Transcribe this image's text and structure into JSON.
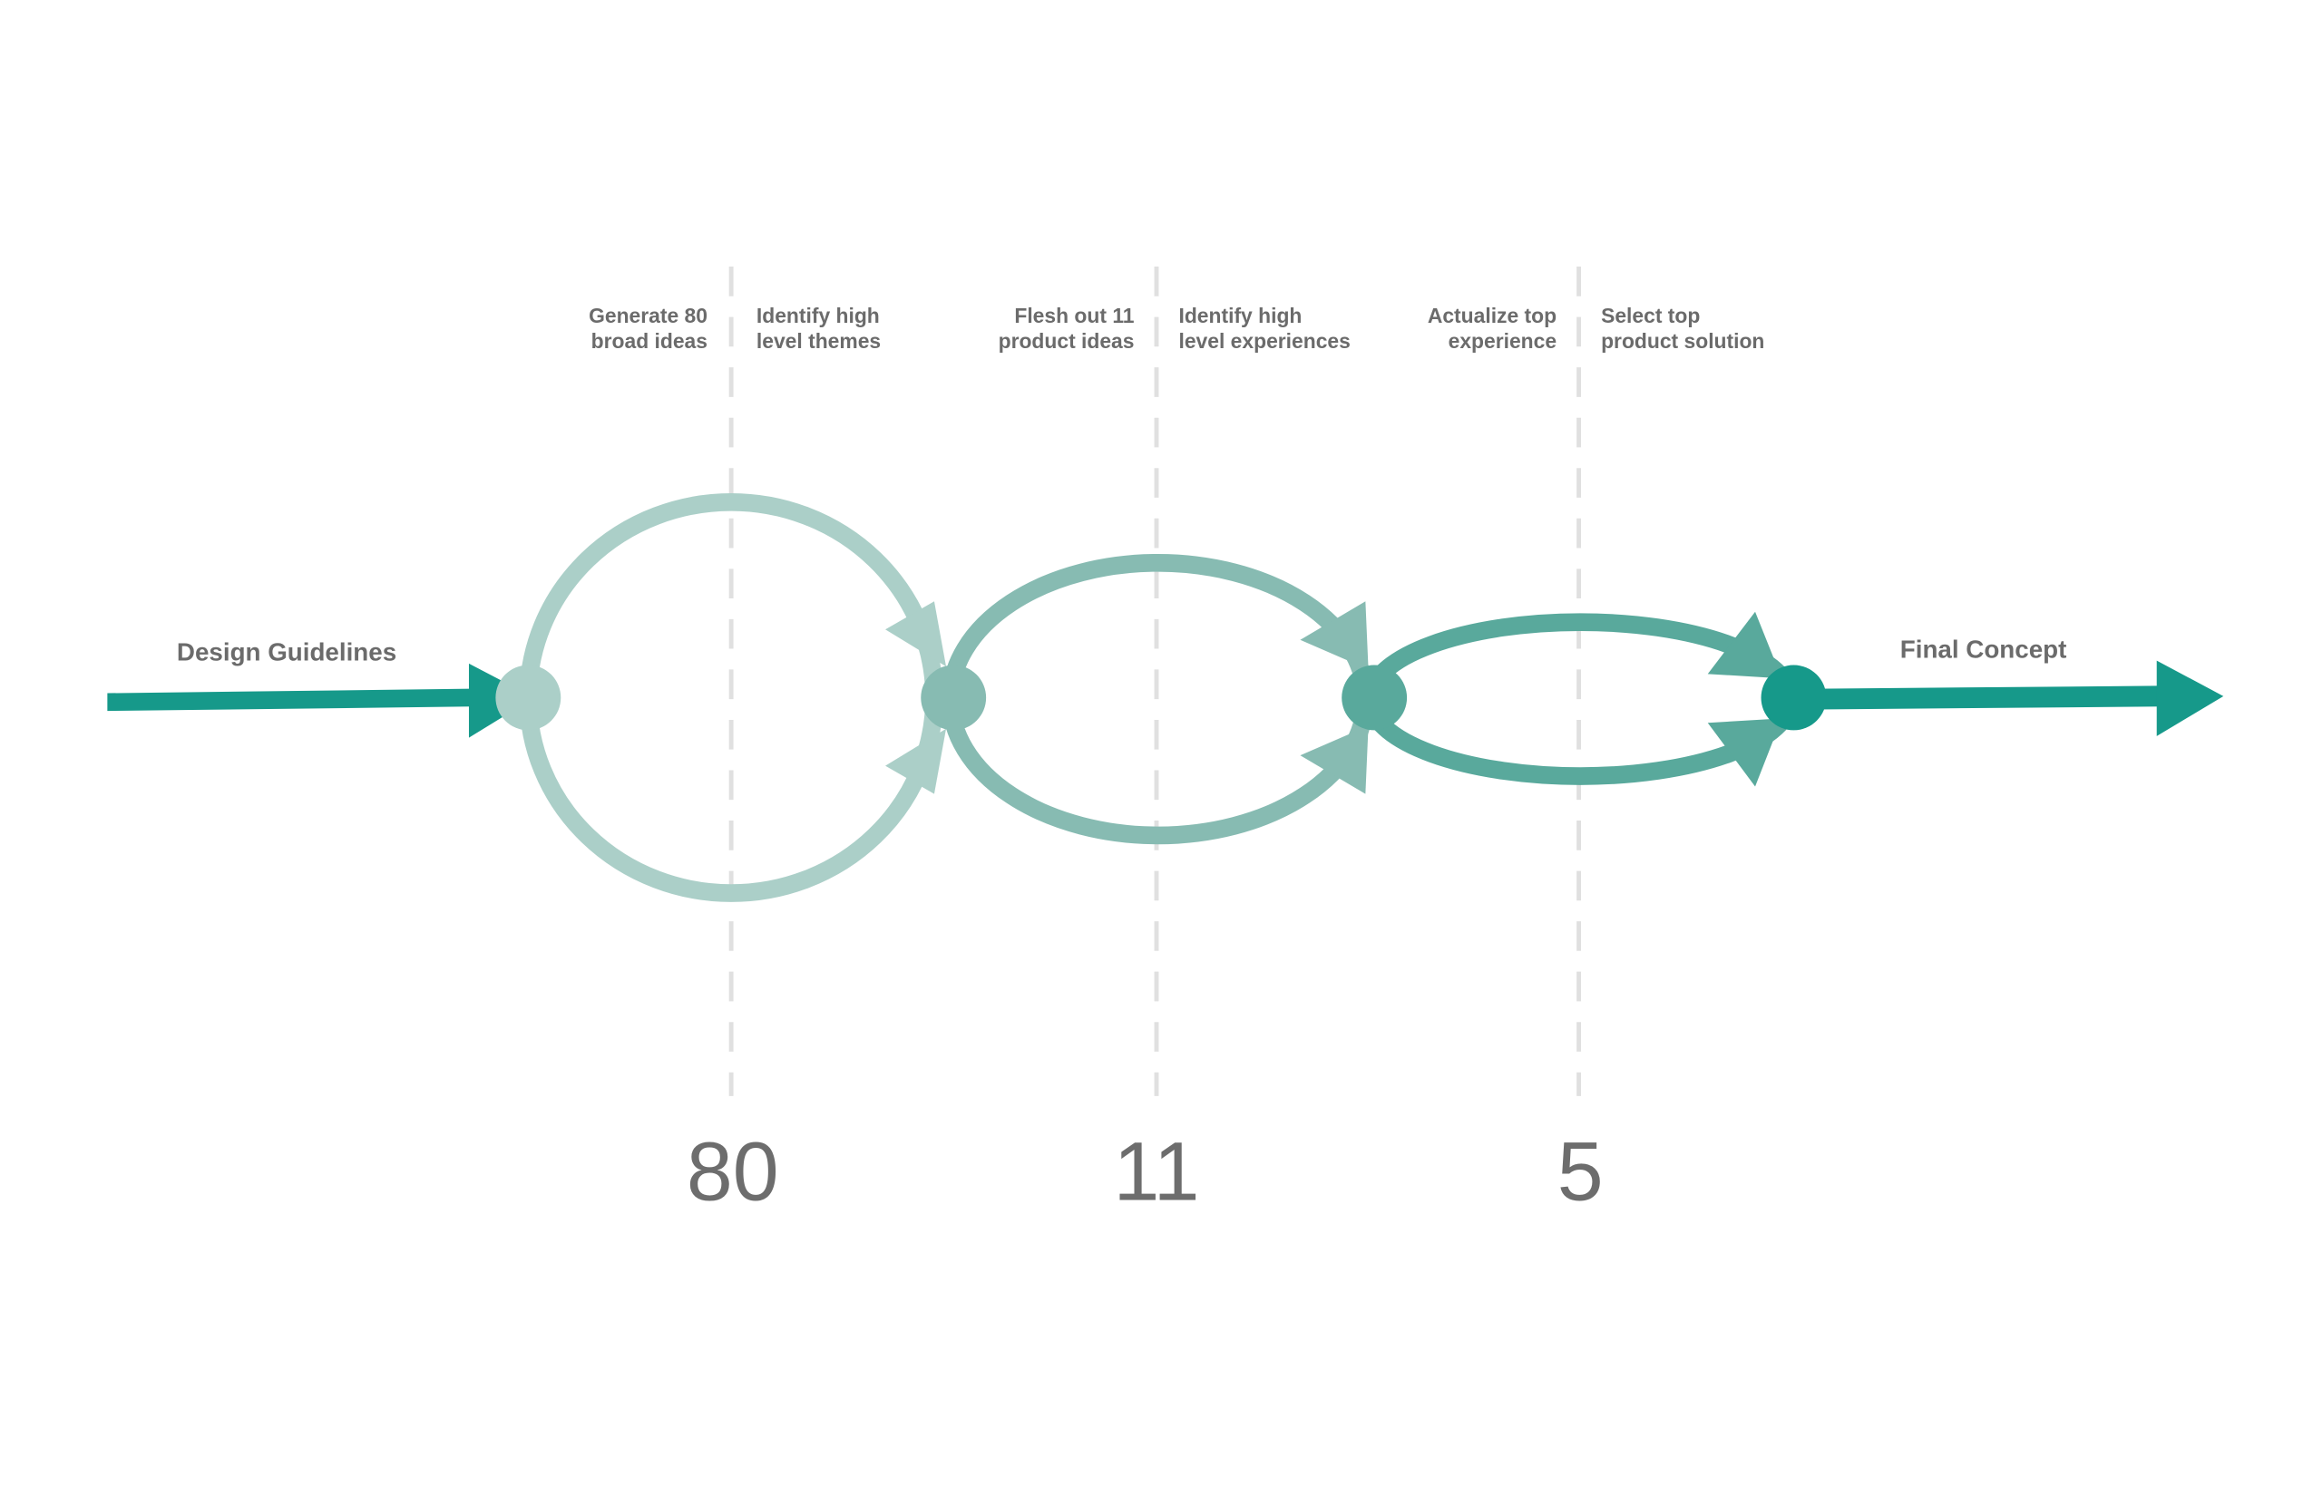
{
  "start_label": "Design Guidelines",
  "end_label": "Final Concept",
  "stages": [
    {
      "left": [
        "Generate 80",
        "broad ideas"
      ],
      "right": [
        "Identify high",
        "level themes"
      ],
      "count": "80",
      "color": "#abcfc8"
    },
    {
      "left": [
        "Flesh out 11",
        "product ideas"
      ],
      "right": [
        "Identify high",
        "level experiences"
      ],
      "count": "11",
      "color": "#87bbb2"
    },
    {
      "left": [
        "Actualize top",
        "experience"
      ],
      "right": [
        "Select top",
        "product solution"
      ],
      "count": "5",
      "color": "#59a99c"
    }
  ],
  "colors": {
    "accent": "#16998a",
    "divider": "#e0e0e0",
    "text": "#6b6b6b"
  }
}
